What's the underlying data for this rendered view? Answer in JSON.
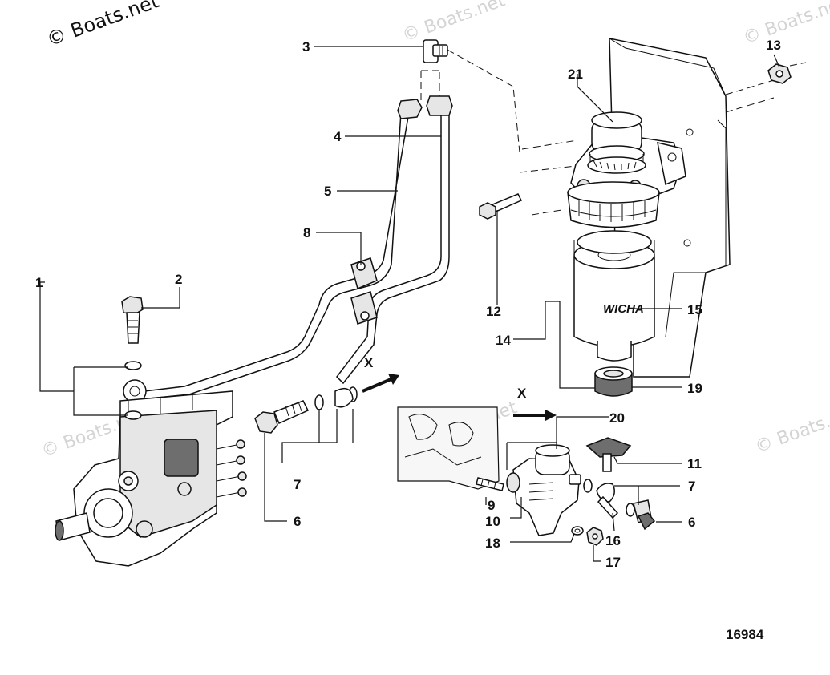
{
  "watermarks": {
    "main": "© Boats.net",
    "faint": "© Boats.net"
  },
  "figure_number": "16984",
  "view_marker": "X",
  "callouts": {
    "c1": "1",
    "c2": "2",
    "c3": "3",
    "c4": "4",
    "c5": "5",
    "c6a": "6",
    "c6b": "6",
    "c7a": "7",
    "c7b": "7",
    "c8": "8",
    "c9": "9",
    "c10": "10",
    "c11": "11",
    "c12": "12",
    "c13": "13",
    "c14": "14",
    "c15": "15",
    "c16": "16",
    "c17": "17",
    "c18": "18",
    "c19": "19",
    "c20": "20",
    "c21": "21"
  },
  "filter_brand": "WICHA"
}
